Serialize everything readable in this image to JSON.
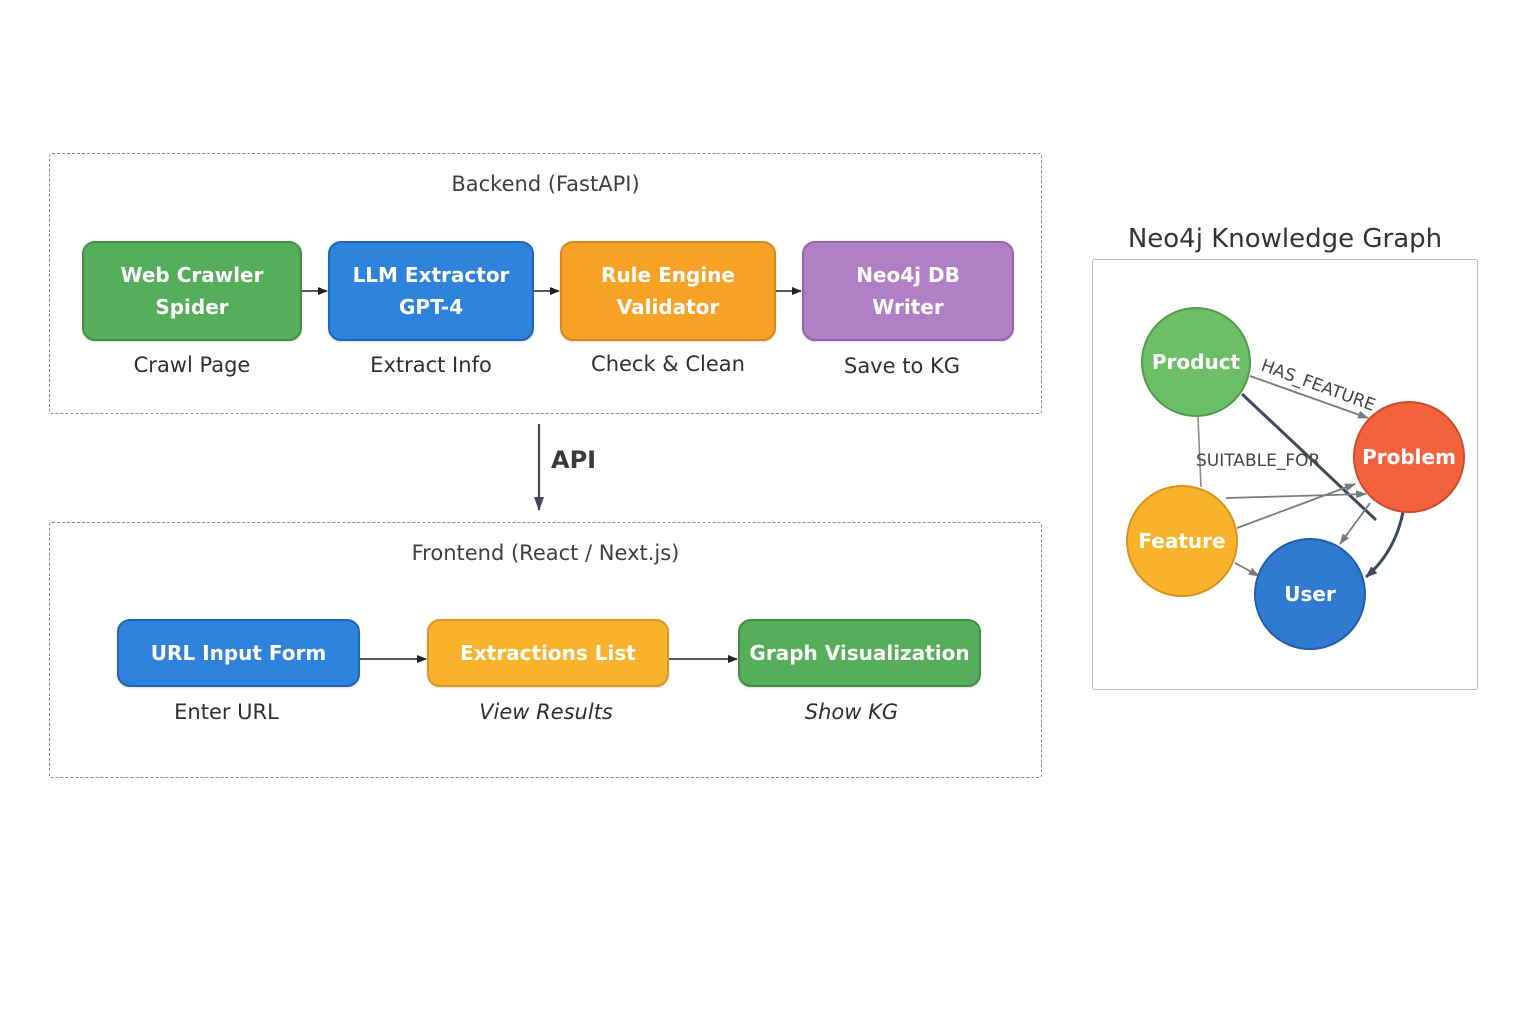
{
  "backend": {
    "title": "Backend (FastAPI)",
    "nodes": [
      {
        "line1": "Web Crawler",
        "line2": "Spider",
        "caption": "Crawl Page",
        "color": "#55ae5a"
      },
      {
        "line1": "LLM Extractor",
        "line2": "GPT-4",
        "caption": "Extract Info",
        "color": "#2f82db"
      },
      {
        "line1": "Rule Engine",
        "line2": "Validator",
        "caption": "Check & Clean",
        "color": "#f7a125"
      },
      {
        "line1": "Neo4j DB",
        "line2": "Writer",
        "caption": "Save to KG",
        "color": "#b07fc6"
      }
    ]
  },
  "api_label": "API",
  "frontend": {
    "title": "Frontend (React / Next.js)",
    "nodes": [
      {
        "label": "URL Input Form",
        "caption": "Enter URL",
        "color": "#2f82db"
      },
      {
        "label": "Extractions List",
        "caption": "View Results",
        "color": "#f8b22b"
      },
      {
        "label": "Graph Visualization",
        "caption": "Show KG",
        "color": "#55ae5a"
      }
    ]
  },
  "knowledge_graph": {
    "title": "Neo4j Knowledge Graph",
    "nodes": {
      "product": {
        "label": "Product",
        "color": "#6cbf67"
      },
      "problem": {
        "label": "Problem",
        "color": "#f4623d"
      },
      "feature": {
        "label": "Feature",
        "color": "#f8b22b"
      },
      "user": {
        "label": "User",
        "color": "#2f7ad0"
      }
    },
    "edges": {
      "has_feature": "HAS_FEATURE",
      "suitable_for": "SUITABLE_FOR"
    }
  }
}
